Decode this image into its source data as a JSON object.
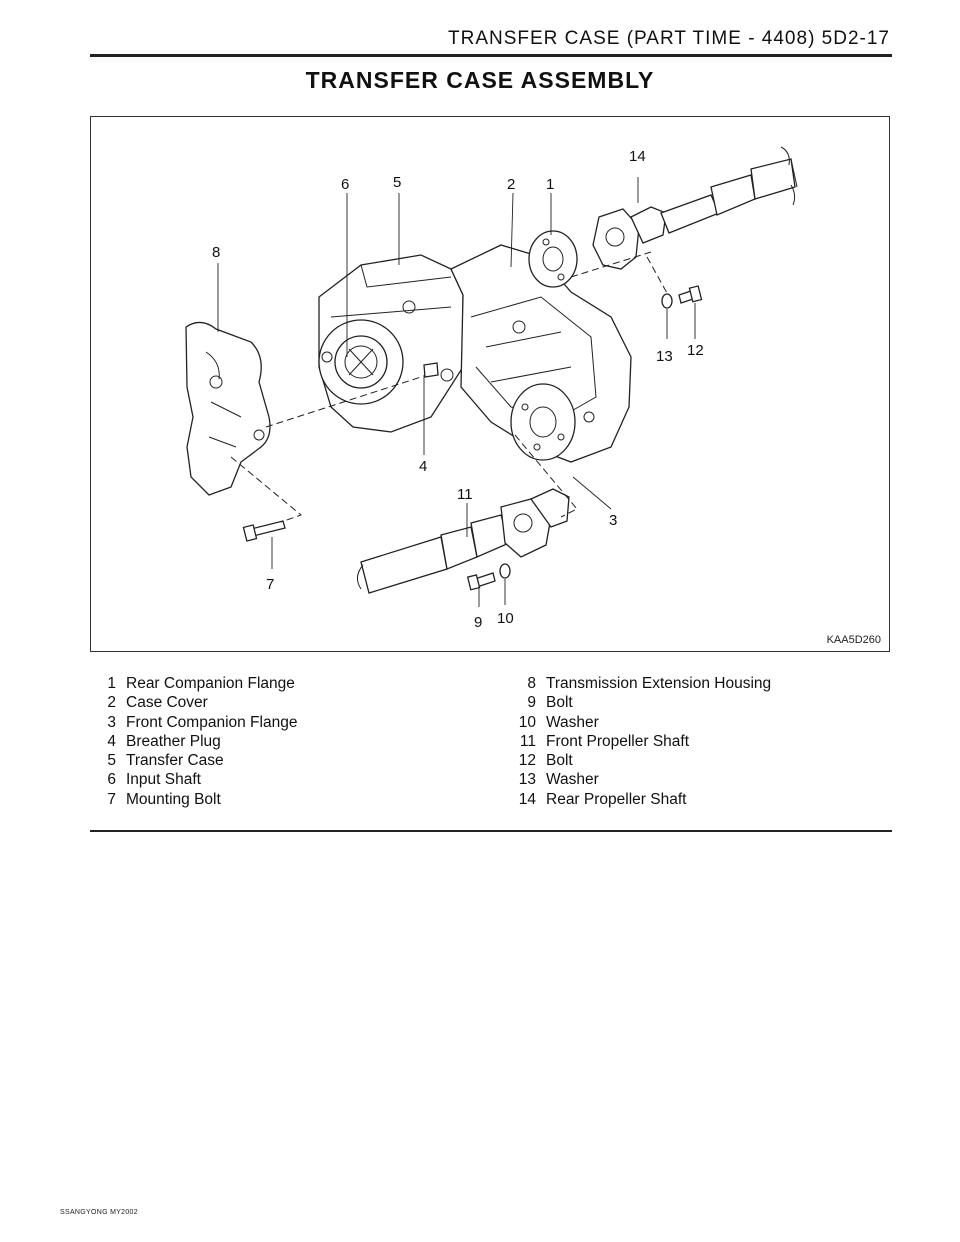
{
  "header": {
    "running_title": "TRANSFER CASE (PART TIME - 4408)  5D2-17"
  },
  "page_title": "TRANSFER  CASE  ASSEMBLY",
  "figure": {
    "code": "KAA5D260",
    "callouts": [
      "1",
      "2",
      "3",
      "4",
      "5",
      "6",
      "7",
      "8",
      "9",
      "10",
      "11",
      "12",
      "13",
      "14"
    ]
  },
  "legend": {
    "left": [
      {
        "num": "1",
        "label": "Rear Companion Flange"
      },
      {
        "num": "2",
        "label": "Case Cover"
      },
      {
        "num": "3",
        "label": "Front Companion Flange"
      },
      {
        "num": "4",
        "label": "Breather Plug"
      },
      {
        "num": "5",
        "label": "Transfer Case"
      },
      {
        "num": "6",
        "label": "Input Shaft"
      },
      {
        "num": "7",
        "label": "Mounting Bolt"
      }
    ],
    "right": [
      {
        "num": "8",
        "label": "Transmission Extension Housing"
      },
      {
        "num": "9",
        "label": "Bolt"
      },
      {
        "num": "10",
        "label": "Washer"
      },
      {
        "num": "11",
        "label": "Front Propeller Shaft"
      },
      {
        "num": "12",
        "label": "Bolt"
      },
      {
        "num": "13",
        "label": "Washer"
      },
      {
        "num": "14",
        "label": "Rear Propeller Shaft"
      }
    ]
  },
  "footer": {
    "text": "SSANGYONG  MY2002"
  }
}
